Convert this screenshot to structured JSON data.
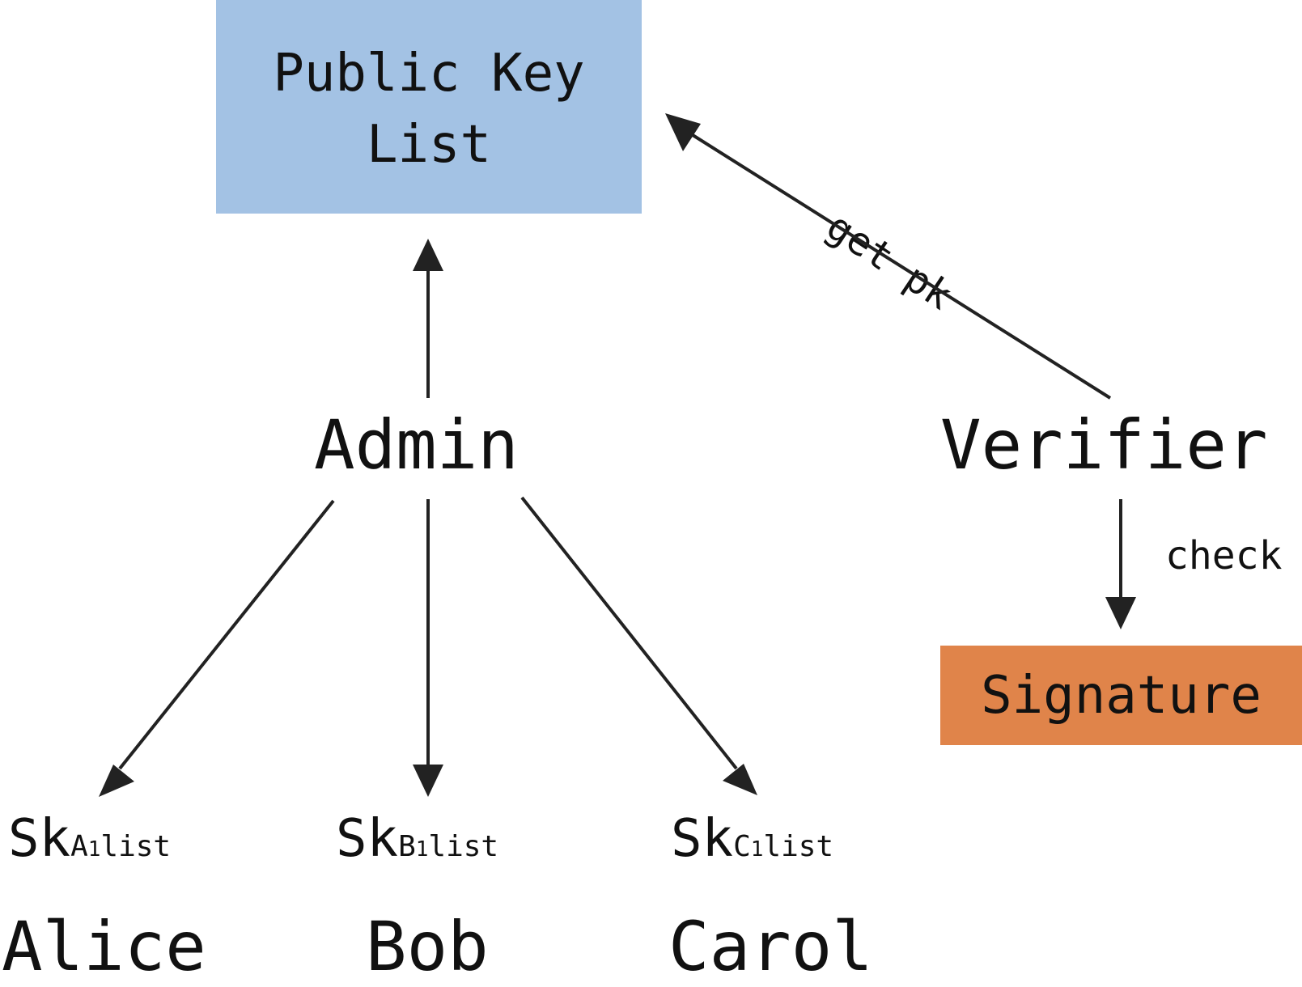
{
  "nodes": {
    "public_key_list": {
      "line1": "Public Key",
      "line2": "List",
      "fill": "#a3c2e4"
    },
    "admin": {
      "label": "Admin"
    },
    "verifier": {
      "label": "Verifier"
    },
    "signature": {
      "label": "Signature",
      "fill": "#e0844a"
    },
    "alice": {
      "name": "Alice",
      "key_prefix": "Sk",
      "key_sub_letter": "A",
      "key_sub_digit": "1",
      "key_suffix": "list"
    },
    "bob": {
      "name": "Bob",
      "key_prefix": "Sk",
      "key_sub_letter": "B",
      "key_sub_digit": "1",
      "key_suffix": "list"
    },
    "carol": {
      "name": "Carol",
      "key_prefix": "Sk",
      "key_sub_letter": "C",
      "key_sub_digit": "1",
      "key_suffix": "list"
    }
  },
  "edges": {
    "get_pk": {
      "label": "get pk"
    },
    "check": {
      "label": "check"
    }
  },
  "colors": {
    "arrow": "#222222",
    "text": "#111111"
  }
}
